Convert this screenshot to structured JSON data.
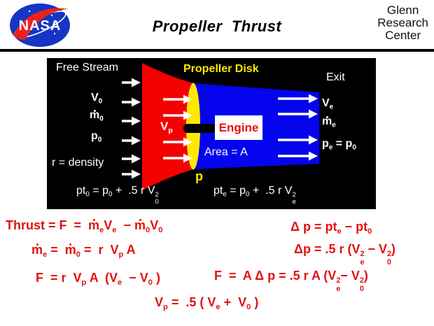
{
  "header": {
    "title": "Propeller  Thrust",
    "logo_text": "NASA",
    "org_lines": [
      "Glenn",
      "Research",
      "Center"
    ]
  },
  "diagram": {
    "free_stream": "Free Stream",
    "propeller_disk": "Propeller Disk",
    "exit": "Exit",
    "engine": "Engine",
    "area": "Area = A",
    "density": "r = density",
    "disk_station": "p",
    "v0": [
      {
        "t": "V"
      },
      {
        "sub": "0"
      }
    ],
    "m0": [
      {
        "mdot": true
      },
      {
        "sub": "0"
      }
    ],
    "p0": [
      {
        "t": "p"
      },
      {
        "sub": "0"
      }
    ],
    "vp": [
      {
        "t": "V"
      },
      {
        "sub": "p"
      }
    ],
    "ve": [
      {
        "t": "V"
      },
      {
        "sub": "e"
      }
    ],
    "me": [
      {
        "mdot": true
      },
      {
        "sub": "e"
      }
    ],
    "pe": [
      {
        "t": "p"
      },
      {
        "sub": "e"
      },
      {
        "t": " = p"
      },
      {
        "sub": "0"
      }
    ],
    "pt0": [
      {
        "t": "pt"
      },
      {
        "sub": "0"
      },
      {
        "t": " = p"
      },
      {
        "sub": "0"
      },
      {
        "t": " +  .5 r V"
      },
      {
        "ss": [
          "2",
          "0"
        ]
      }
    ],
    "pte": [
      {
        "t": "pt"
      },
      {
        "sub": "e"
      },
      {
        "t": " = p"
      },
      {
        "sub": "0"
      },
      {
        "t": " +  .5 r V"
      },
      {
        "ss": [
          "2",
          "e"
        ]
      }
    ]
  },
  "equations": {
    "thrust": [
      {
        "t": "Thrust = F  =  "
      },
      {
        "mdot": true
      },
      {
        "sub": "e"
      },
      {
        "t": "V"
      },
      {
        "sub": "e"
      },
      {
        "t": "  − "
      },
      {
        "mdot": true
      },
      {
        "sub": "0"
      },
      {
        "t": "V"
      },
      {
        "sub": "0"
      }
    ],
    "delta_p_def": [
      {
        "t": "Δ p = pt"
      },
      {
        "sub": "e"
      },
      {
        "t": " − pt"
      },
      {
        "sub": "0"
      }
    ],
    "mass_flow": [
      {
        "mdot": true
      },
      {
        "sub": "e"
      },
      {
        "t": " =  "
      },
      {
        "mdot": true
      },
      {
        "sub": "0"
      },
      {
        "t": " =  r  V"
      },
      {
        "sub": "p"
      },
      {
        "t": " A"
      }
    ],
    "delta_p_val": [
      {
        "t": "Δp = .5 r (V"
      },
      {
        "ss": [
          "2",
          "e"
        ]
      },
      {
        "t": " − V"
      },
      {
        "ss": [
          "2",
          "0"
        ]
      },
      {
        "t": ")"
      }
    ],
    "force_momentum": [
      {
        "t": "F  = r  V"
      },
      {
        "sub": "p"
      },
      {
        "t": " A  (V"
      },
      {
        "sub": "e"
      },
      {
        "t": "  − V"
      },
      {
        "sub": "0"
      },
      {
        "t": " )"
      }
    ],
    "force_pressure": [
      {
        "t": "F  =  A Δ p = .5 r A (V"
      },
      {
        "ss": [
          "2",
          "e"
        ]
      },
      {
        "t": "− V"
      },
      {
        "ss": [
          "2",
          "0"
        ]
      },
      {
        "t": ")"
      }
    ],
    "vp_avg": [
      {
        "t": "V"
      },
      {
        "sub": "p"
      },
      {
        "t": " =  .5 ( V"
      },
      {
        "sub": "e"
      },
      {
        "t": " +  V"
      },
      {
        "sub": "0"
      },
      {
        "t": " )"
      }
    ]
  },
  "colors": {
    "stream_red": "#f40000",
    "exit_blue": "#0404ee",
    "disk_yellow": "#ffe800",
    "equation_red": "#e31111",
    "nasa_blue": "#1535c4",
    "swoosh_red": "#e8231f",
    "diagram_bg": "#000000"
  }
}
